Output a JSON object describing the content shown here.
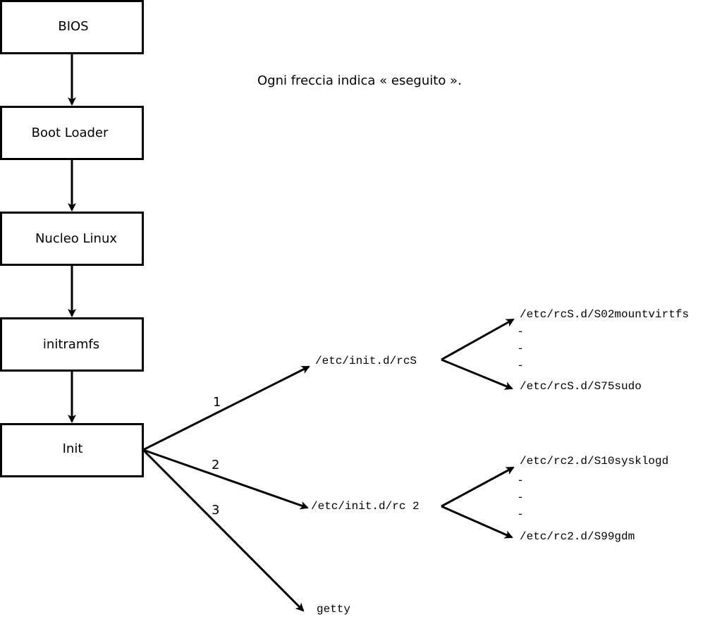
{
  "boxes": {
    "bios": "BIOS",
    "boot_loader": "Boot Loader",
    "kernel": "Nucleo Linux",
    "initramfs": "initramfs",
    "init": "Init"
  },
  "note": "Ogni freccia indica « eseguito ».",
  "branches": {
    "one": {
      "number": "1",
      "target": "/etc/init.d/rcS"
    },
    "two": {
      "number": "2",
      "target": "/etc/init.d/rc 2"
    },
    "three": {
      "number": "3",
      "target": "getty"
    }
  },
  "rcS_scripts": {
    "first": "/etc/rcS.d/S02mountvirtfs",
    "dots": [
      "-",
      "-",
      "-"
    ],
    "last": "/etc/rcS.d/S75sudo"
  },
  "rc2_scripts": {
    "first": "/etc/rc2.d/S10sysklogd",
    "dots": [
      "-",
      "-",
      "-"
    ],
    "last": "/etc/rc2.d/S99gdm"
  }
}
